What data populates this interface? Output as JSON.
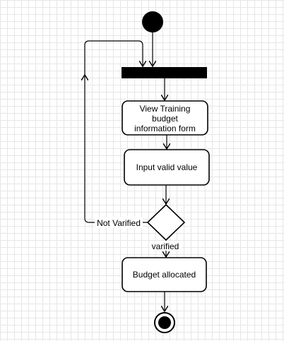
{
  "diagram": {
    "nodes": {
      "view_form": {
        "lines": [
          "View Training",
          "budget",
          "information form"
        ]
      },
      "input_value": {
        "label": "Input valid value"
      },
      "budget_allocated": {
        "label": "Budget allocated"
      }
    },
    "edges": {
      "not_verified": "Not Varified",
      "verified": "varified"
    }
  }
}
